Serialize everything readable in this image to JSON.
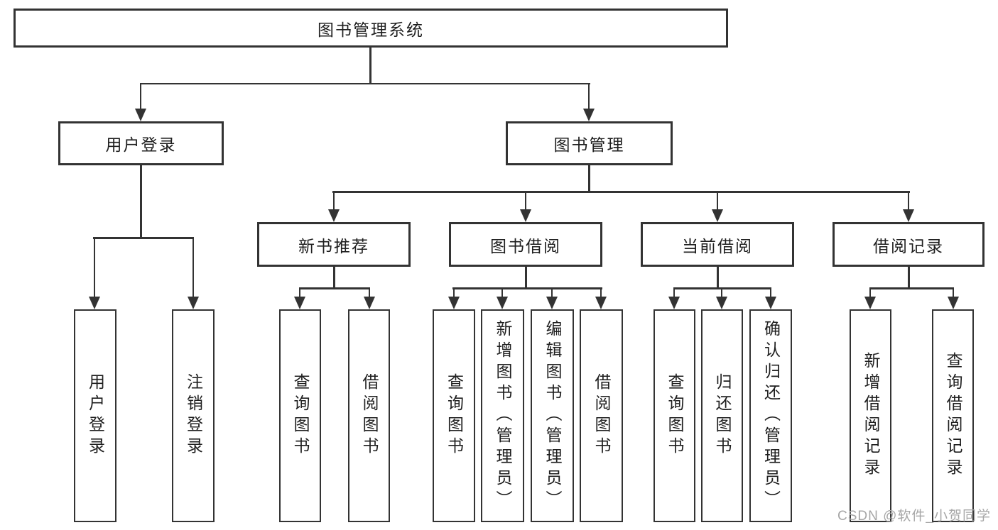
{
  "root": {
    "label": "图书管理系统"
  },
  "login_branch": {
    "label": "用户登录",
    "leaves": [
      {
        "label": "用户登录"
      },
      {
        "label": "注销登录"
      }
    ]
  },
  "mgmt_branch": {
    "label": "图书管理",
    "sections": [
      {
        "label": "新书推荐",
        "leaves": [
          {
            "label": "查询图书"
          },
          {
            "label": "借阅图书"
          }
        ]
      },
      {
        "label": "图书借阅",
        "leaves": [
          {
            "label": "查询图书"
          },
          {
            "label": "新增图书（管理员）"
          },
          {
            "label": "编辑图书（管理员）"
          },
          {
            "label": "借阅图书"
          }
        ]
      },
      {
        "label": "当前借阅",
        "leaves": [
          {
            "label": "查询图书"
          },
          {
            "label": "归还图书"
          },
          {
            "label": "确认归还（管理员）"
          }
        ]
      },
      {
        "label": "借阅记录",
        "leaves": [
          {
            "label": "新增借阅记录"
          },
          {
            "label": "查询借阅记录"
          }
        ]
      }
    ]
  },
  "watermark": {
    "text": "CSDN @软件_小贺同学"
  },
  "colors": {
    "line": "#333333",
    "text": "#1f1f1f",
    "box_fill": "#ffffff",
    "watermark": "#a6a6a6",
    "background": "#ffffff"
  }
}
